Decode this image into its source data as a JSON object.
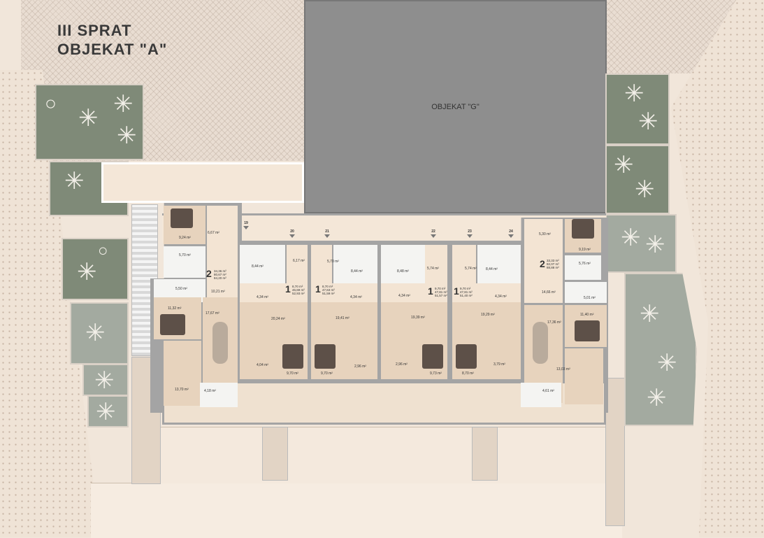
{
  "title": {
    "line1": "III SPRAT",
    "line2": "OBJEKAT \"A\""
  },
  "building_g": "OBJEKAT \"G\"",
  "entrances": [
    "19",
    "20",
    "21",
    "22",
    "23",
    "24"
  ],
  "apartments": [
    {
      "id": "A-left",
      "rooms": "2",
      "areas": [
        "34,36 m²",
        "80,67 m²",
        "84,20 m²"
      ],
      "room_areas": [
        "9,24 m²",
        "6,67 m²",
        "5,70 m²",
        "5,50 m²",
        "10,21 m²",
        "11,32 m²",
        "17,67 m²",
        "13,70 m²",
        "4,18 m²"
      ]
    },
    {
      "id": "20",
      "rooms": "1",
      "areas": [
        "8,70 m²",
        "46,69 m²",
        "52,93 m²"
      ],
      "room_areas": [
        "6,17 m²",
        "8,44 m²",
        "4,34 m²",
        "20,24 m²",
        "4,04 m²",
        "9,70 m²"
      ]
    },
    {
      "id": "21",
      "rooms": "1",
      "areas": [
        "8,70 m²",
        "47,63 m²",
        "51,59 m²"
      ],
      "room_areas": [
        "5,70 m²",
        "8,44 m²",
        "4,34 m²",
        "19,41 m²",
        "2,96 m²",
        "9,70 m²"
      ]
    },
    {
      "id": "22",
      "rooms": "1",
      "areas": [
        "9,70 m²",
        "47,81 m²",
        "51,57 m²"
      ],
      "room_areas": [
        "5,74 m²",
        "8,48 m²",
        "4,34 m²",
        "19,39 m²",
        "2,96 m²",
        "9,73 m²"
      ]
    },
    {
      "id": "23",
      "rooms": "1",
      "areas": [
        "9,70 m²",
        "47,81 m²",
        "51,40 m²"
      ],
      "room_areas": [
        "5,74 m²",
        "8,44 m²",
        "4,34 m²",
        "19,29 m²",
        "3,79 m²",
        "8,70 m²"
      ]
    },
    {
      "id": "24",
      "rooms": "2",
      "areas": [
        "33,33 m²",
        "82,07 m²",
        "88,88 m²"
      ],
      "room_areas": [
        "5,30 m²",
        "9,19 m²",
        "5,76 m²",
        "14,66 m²",
        "5,01 m²",
        "11,40 m²",
        "17,36 m²",
        "13,03 m²",
        "4,61 m²"
      ]
    }
  ],
  "colors": {
    "background": "#f1e6da",
    "building_g": "#8e8e8e",
    "greenery": "#7f8a78",
    "walls": "#a4a4a4"
  }
}
